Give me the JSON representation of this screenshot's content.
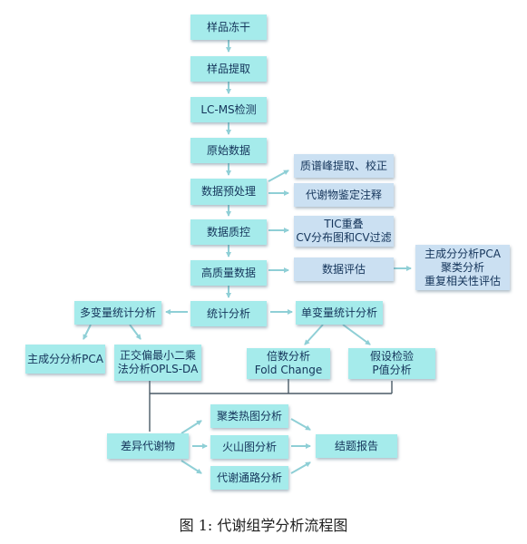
{
  "nodes": {
    "sample_lyophilization": "样品冻干",
    "sample_extraction": "样品提取",
    "lcms_detection": "LC-MS检测",
    "raw_data": "原始数据",
    "data_preprocessing": "数据预处理",
    "peak_extraction": "质谱峰提取、校正",
    "metabolite_identification": "代谢物鉴定注释",
    "data_qc": "数据质控",
    "tic_cv": "TIC重叠\nCV分布图和CV过滤",
    "high_quality_data": "高质量数据",
    "data_evaluation": "数据评估",
    "evaluation_methods": "主成分分析PCA\n聚类分析\n重复相关性评估",
    "statistical_analysis": "统计分析",
    "multivariate": "多变量统计分析",
    "univariate": "单变量统计分析",
    "pca": "主成分分析PCA",
    "oplsda": "正交偏最小二乘\n法分析OPLS-DA",
    "fold_change": "倍数分析\nFold Change",
    "hypothesis_test": "假设检验\nP值分析",
    "differential_metabolites": "差异代谢物",
    "cluster_heatmap": "聚类热图分析",
    "volcano_plot": "火山图分析",
    "pathway_analysis": "代谢通路分析",
    "report": "结题报告"
  },
  "caption": "图 1: 代谢组学分析流程图",
  "colors": {
    "main_box": "#a5ebeb",
    "side_box": "#cbe0f2",
    "text": "#14345a",
    "arrow": "#8fcfd6",
    "connector": "#4a5a66"
  }
}
